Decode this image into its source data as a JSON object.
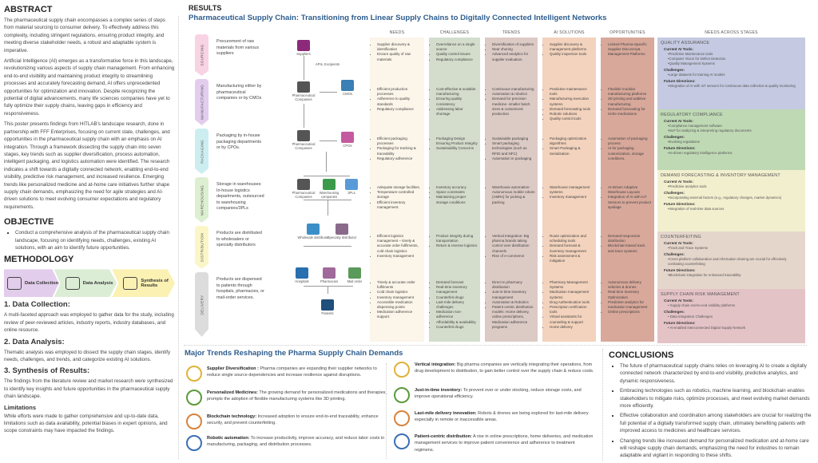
{
  "abstract": {
    "title": "ABSTRACT",
    "p1": "The pharmaceutical supply chain encompasses a complex series of steps from material sourcing to consumer delivery. To effectively address this complexity, including stringent regulations, ensuring product integrity, and meeting diverse stakeholder needs, a robust and adaptable system is imperative.",
    "p2": "Artificial Intelligence (AI) emerges as a transformative force in this landscape, revolutionizing various aspects of supply chain management. From enhancing end-to-end visibility and maintaining product integrity to streamlining processes and accurately forecasting demand, AI offers unprecedented opportunities for optimization and innovation. Despite recognizing the potential of digital advancements, many life sciences companies have yet to fully optimize their supply chains, leaving gaps in efficiency and responsiveness.",
    "p3": "This poster presents findings from HITLAB's landscape research, done in partnership with FFF Enterprises, focusing on current state, challenges, and opportunities in the pharmaceutical supply chain with an emphasis on AI integration. Through a framework dissecting the supply chain into seven stages, key trends such as supplier diversification, process automation, intelligent packaging, and logistics automation were identified. The research indicates a shift towards a digitally connected network, enabling end-to-end visibility, predictive risk management, and increased resilience. Emerging trends like personalized medicine and at-home care initiatives further shape supply chain demands, emphasizing the need for agile strategies and AI-driven solutions to meet evolving consumer expectations and regulatory requirements."
  },
  "objective": {
    "title": "OBJECTIVE",
    "item": "Conduct a comprehensive analysis of the pharmaceutical supply chain landscape, focusing on identifying needs, challenges, existing AI solutions, with an aim to identify future opportunities."
  },
  "methodology": {
    "title": "METHODOLOGY",
    "steps": [
      "Data Collection",
      "Data Analysis",
      "Synthesis of Results"
    ],
    "s1_title": "1. Data Collection:",
    "s1": "A multi-faceted approach was employed to gather data for the study, including review of peer-reviewed articles, industry reports, industry databases, and online resource.",
    "s2_title": "2. Data Analysis:",
    "s2": "Thematic analysis was employed to dissect the supply chain stages, identify needs, challenges, and trends, and categorize existing AI solutions.",
    "s3_title": "3. Synthesis of Results:",
    "s3": "The findings from the literature review and market research were synthesized to identify key insights and future opportunities in the pharmaceutical supply chain landscape.",
    "lim_title": "Limitations",
    "lim": "While efforts were made to gather comprehensive and up-to-date data, limitations such as data availability, potential biases in expert opinions, and scope constraints may have impacted the findings."
  },
  "results": {
    "title": "RESULTS",
    "subtitle": "Pharmaceutical Supply Chain: Transitioning from Linear Supply Chains to Digitally Connected Intelligent Networks",
    "headers": [
      "NEEDS",
      "CHALLENGES",
      "TRENDS",
      "AI SOLUTIONS",
      "OPPORTUNITIES",
      "NEEDS ACROSS STAGES"
    ],
    "stages": [
      {
        "name": "SOURCING",
        "desc": "Procurement of raw materials from various suppliers",
        "needs": [
          "Supplier discovery & identification",
          "Ensure quality of raw materials"
        ],
        "challenges": [
          "Overreliance on a single source",
          "Quality control issues",
          "Regulatory compliance"
        ],
        "trends": [
          "Diversification of suppliers",
          "Near shoring",
          "Advanced analytics for supplier evaluation"
        ],
        "ai": [
          "Supplier discovery & management platforms",
          "Quality inspection tools"
        ],
        "opps": [
          "Limited Pharma-Specific Supplier Discovery& Management Platforms"
        ]
      },
      {
        "name": "MANUFACTURING",
        "desc": "Manufacturing either by pharmaceutical companies or by CMOs",
        "needs": [
          "Efficient production processes",
          "Adherence to quality standards",
          "Regulatory compliance"
        ],
        "challenges": [
          "Cost-effective & scalable manufacturing",
          "Ensuring quality consistency",
          "Addressing labor shortage"
        ],
        "trends": [
          "Continuous manufacturing",
          "Automation & robotics",
          "Demand for precision medicine- smaller batch sizes & customized production"
        ],
        "ai": [
          "Predictive maintenance tools",
          "Manufacturing execution systems",
          "Demand forecasting tools",
          "Robotic solutions",
          "Quality control tools"
        ],
        "opps": [
          "Flexible/ modular manufacturing platforms",
          "3D printing and additive manufacturing",
          "Demand forecasting for niche medications"
        ]
      },
      {
        "name": "PACKAGING",
        "desc": "Packaging by in-house packaging departments or by CPOs.",
        "needs": [
          "Efficient packaging processes",
          "Packaging for tracking & traceability",
          "Regulatory adherence"
        ],
        "challenges": [
          "Packaging Design Ensuring Product Integrity",
          "Sustainability Concerns"
        ],
        "trends": [
          "Sustainable packaging",
          "Smart packaging technologies (such as RFID and NFC)",
          "Automation in packaging"
        ],
        "ai": [
          "Packaging optimization algorithms",
          "Smart Packaging & Serialization"
        ],
        "opps": [
          "Automation of packaging process",
          "AI for packaging customization, storage conditions."
        ]
      },
      {
        "name": "WAREHOUSING",
        "desc": "Storage in warehouses: In-house logistics departments, outsourced to warehousing companies/3PLs",
        "needs": [
          "Adequate storage facilities.",
          "Temperature-controlled storage",
          "Efficient inventory management."
        ],
        "challenges": [
          "Inventory accuracy",
          "Space constraints",
          "Maintaining proper storage conditions"
        ],
        "trends": [
          "Warehouse automation- Autonomous mobile robots (AMRs) for picking & packing"
        ],
        "ai": [
          "Warehouse management systems",
          "Inventory management"
        ],
        "opps": [
          "AI-Driven Adaptive Warehouse Layouts",
          "Integration of AI with IoT Sensors to prevent product spoilage"
        ]
      },
      {
        "name": "DISTRIBUTION",
        "desc": "Products are distributed to wholesalers or specialty distributors",
        "needs": [
          "Efficient logistics management – timely & accurate order fulfilments, cold chain logistics",
          "Inventory management"
        ],
        "challenges": [
          "Product integrity during transportation",
          "Return & reverse logistics"
        ],
        "trends": [
          "Vertical Integration: Big pharma brands taking control over distribution channels",
          "Rise of e-commerce"
        ],
        "ai": [
          "Route optimization and scheduling tools",
          "Demand forecast & inventory management",
          "Risk assessment & mitigation"
        ],
        "opps": [
          "Demand-responsive distribution",
          "Blockchain-based track and trace systems"
        ]
      },
      {
        "name": "DELIVERY",
        "desc": "Products are dispensed to patients through hospitals, pharmacies, or mail-order services.",
        "needs": [
          "Timely & accurate order fulfilments",
          "Cold chain logistics",
          "Inventory management",
          "Accessible medication dispensing points",
          "Medication adherence support."
        ],
        "challenges": [
          "Demand forecast",
          "Real-time inventory management",
          "Counterfeit drugs",
          "Last-mile delivery challenges",
          "Medication non-adherence",
          "Affordability & availability",
          "Counterfeit drugs"
        ],
        "trends": [
          "Direct to pharmacy distribution",
          "Just-in-time inventory management",
          "Automation & Robotics",
          "Patient centric distribution models: Home delivery, online prescriptions, Medication adherence programs"
        ],
        "ai": [
          "Pharmacy Management Systems",
          "Medication management systems",
          "Drug Authentication tools",
          "Prescription verification tools",
          "Virtual assistants for counseling & support",
          "Home delivery"
        ],
        "opps": [
          "Autonomous delivery vehicles & drones",
          "Real-time Inventory Optimization",
          "Predictive analytics for medication management",
          "Online prescriptions"
        ]
      }
    ],
    "flow": {
      "suppliers": "Suppliers",
      "apis": "APIs, Excipients",
      "pharma": "Pharmaceutical Companies",
      "cmos": "CMOs",
      "cpos": "CPOs",
      "warehousing": "Warehousing companies",
      "tpl": "3PLs",
      "wholesale": "Wholesale distributor",
      "specialty": "Specialty distributor",
      "hospitals": "Hospitals",
      "pharmacies": "Pharmacies",
      "mailorder": "Mail order",
      "patients": "Patients"
    },
    "needs_across": [
      {
        "title": "QUALITY ASSURANCE",
        "tools": [
          "•Predictive Maintenance tools",
          "•Computer Vision for Defect Detection",
          "•Quality Management Systems"
        ],
        "challenges": [
          "•Large datasets for training AI models"
        ],
        "future": [
          "•Integration of AI with IoT sensors for continuous data collection & quality monitoring"
        ]
      },
      {
        "title": "REGULATORY COMPLIANCE",
        "tools": [
          "•Compliance management software",
          "•NLP for analyzing & interpreting regulatory documents"
        ],
        "challenges": [
          "•Evolving regulations"
        ],
        "future": [
          "•AI-driven regulatory intelligence platforms"
        ]
      },
      {
        "title": "DEMAND FORECASTING & INVENTORY MANAGEMENT",
        "tools": [
          "•Predictive analytics tools"
        ],
        "challenges": [
          "•Incorporating external factors (e.g., regulatory changes, market dynamics)"
        ],
        "future": [
          "•Integration of real-time data sources"
        ]
      },
      {
        "title": "COUNTERFEITING",
        "tools": [
          "•Track and Trace Systems"
        ],
        "challenges": [
          "•Cross platform collaboration and information sharing are crucial for effectively combating counterfeiting"
        ],
        "future": [
          "•Blockchain integration for enhanced traceability"
        ]
      },
      {
        "title": "SUPPLY CHAIN RISK MANAGEMENT",
        "tools": [
          "•  Supply chain end-to-end visibility platforms"
        ],
        "challenges": [
          "•  Data Integration Challenges"
        ],
        "future": [
          "•  AI-enabled interconnected Digital Supply Network"
        ]
      }
    ],
    "labels": {
      "tools": "Current AI Tools:",
      "challenges": "Challenges:",
      "future": "Future Directions:"
    }
  },
  "trends": {
    "title": "Major Trends Reshaping the Pharma Supply Chain Demands",
    "items": [
      {
        "name": "Supplier Diversification :",
        "text": " Pharma companies are expanding their supplier networks to reduce single source dependencies and increase resilience against disruptions.",
        "color": "#e0b23a"
      },
      {
        "name": "Personalized Medicines:",
        "text": " The growing demand for personalized medications and therapies, prompts the adoption of flexible manufacturing systems like 3D printing.",
        "color": "#5a9a3a"
      },
      {
        "name": "Blockchain technology:",
        "text": " Increased adoption to ensure end-to-end traceability, enhance security, and prevent counterfeiting.",
        "color": "#d9823a"
      },
      {
        "name": "Robotic automation:",
        "text": " To increase productivity, improve accuracy, and reduce labor costs in manufacturing, packaging, and distribution processes.",
        "color": "#3a6fb5"
      },
      {
        "name": "Vertical integration:",
        "text": " Big pharma companies are vertically integrating their operations, from drug development to distribution, to gain better control over the supply chain & reduce costs.",
        "color": "#e0b23a"
      },
      {
        "name": "Just-in-time inventory:",
        "text": " To prevent over or under stocking, reduce storage costs, and improve operational efficiency.",
        "color": "#5a9a3a"
      },
      {
        "name": "Last-mile delivery innovation:",
        "text": " Robots & drones are being explored for last-mile delivery especially in remote or inaccessible areas.",
        "color": "#d9823a"
      },
      {
        "name": "Patient-centric distribution:",
        "text": " A rise in online prescriptions, home deliveries, and medication management services to improve patient convenience and adherence to treatment regimens.",
        "color": "#3a6fb5"
      }
    ]
  },
  "conclusions": {
    "title": "CONCLUSIONS",
    "items": [
      "The future of pharmaceutical supply chains relies on leveraging AI to create a digitally connected network characterized by end-to-end visibility, predictive analytics, and dynamic responsiveness.",
      "Embracing technologies such as robotics, machine learning, and blockchain enables stakeholders to mitigate risks, optimize processes, and meet evolving market demands more efficiently.",
      "Effective collaboration and coordination among stakeholders are crucial for realizing the full potential of a digitally transformed supply chain, ultimately benefiting patients with improved access to medicines and healthcare services.",
      "Changing trends like increased demand for personalized medication and at-home care will reshape supply chain demands, emphasizing the need for industries to remain adaptable and vigilant in responding to these shifts."
    ]
  }
}
